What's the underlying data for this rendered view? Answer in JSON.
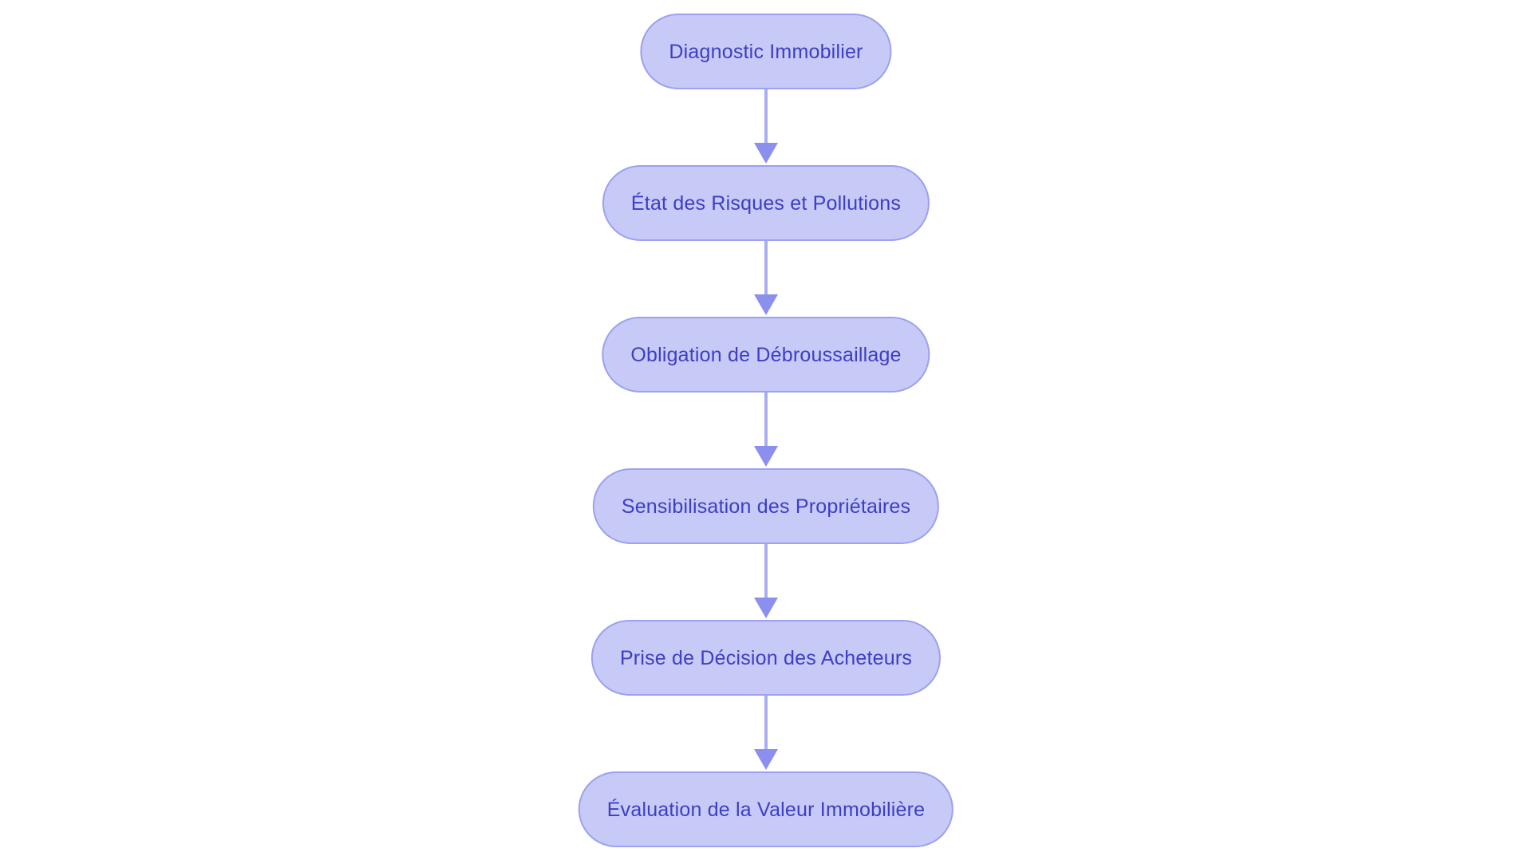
{
  "diagram": {
    "type": "flowchart",
    "direction": "top-down",
    "background": "#ffffff",
    "node_style": {
      "fill": "#c7c9f7",
      "border": "#9ca1f0",
      "text_color": "#3d3ec3"
    },
    "arrow_style": {
      "line_color": "#a9aef3",
      "head_color": "#8b90ee"
    },
    "nodes": [
      {
        "id": "n1",
        "label": "Diagnostic Immobilier"
      },
      {
        "id": "n2",
        "label": "État des Risques et Pollutions"
      },
      {
        "id": "n3",
        "label": "Obligation de Débroussaillage"
      },
      {
        "id": "n4",
        "label": "Sensibilisation des Propriétaires"
      },
      {
        "id": "n5",
        "label": "Prise de Décision des Acheteurs"
      },
      {
        "id": "n6",
        "label": "Évaluation de la Valeur Immobilière"
      }
    ],
    "edges": [
      {
        "from": "n1",
        "to": "n2"
      },
      {
        "from": "n2",
        "to": "n3"
      },
      {
        "from": "n3",
        "to": "n4"
      },
      {
        "from": "n4",
        "to": "n5"
      },
      {
        "from": "n5",
        "to": "n6"
      }
    ]
  }
}
